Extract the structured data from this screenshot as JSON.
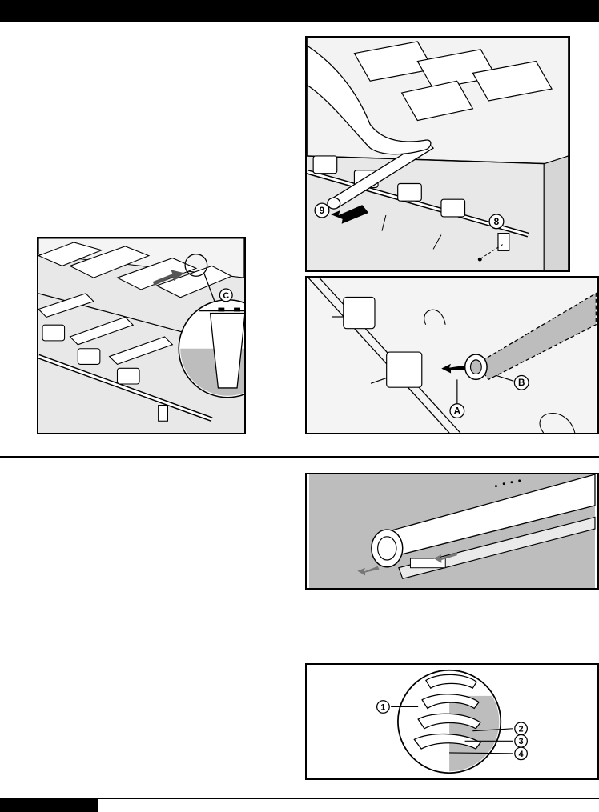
{
  "callouts": {
    "fig_c": "C",
    "fig_9": "9",
    "fig_8": "8",
    "fig_a": "A",
    "fig_b": "B",
    "fig_1": "1",
    "fig_2": "2",
    "fig_3": "3",
    "fig_4": "4"
  },
  "colors": {
    "ink": "#000000",
    "shade": "#bdbdbd",
    "paper": "#ffffff"
  }
}
